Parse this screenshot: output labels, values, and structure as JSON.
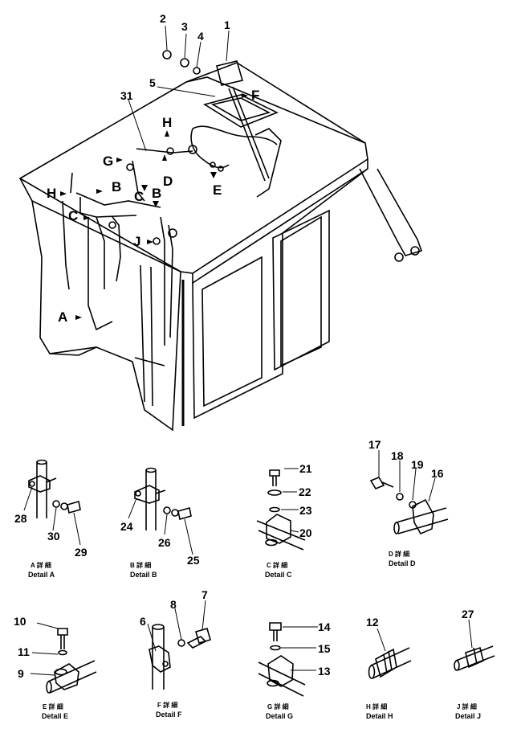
{
  "colors": {
    "ink": "#000000",
    "paper": "#ffffff"
  },
  "main": {
    "part_numbers": {
      "p1": "1",
      "p2": "2",
      "p3": "3",
      "p4": "4",
      "p5": "5",
      "p31": "31"
    },
    "view_letters": {
      "F": "F",
      "H_top": "H",
      "G": "G",
      "D": "D",
      "E": "E",
      "H_left": "H",
      "B1": "B",
      "C1": "C",
      "B2": "B",
      "C2": "C",
      "J": "J",
      "A": "A"
    }
  },
  "details": [
    {
      "id": "A",
      "caption_top": "A 詳 細",
      "caption_bottom": "Detail   A",
      "parts": [
        "28",
        "30",
        "29"
      ]
    },
    {
      "id": "B",
      "caption_top": "B 詳 細",
      "caption_bottom": "Detail   B",
      "parts": [
        "24",
        "26",
        "25"
      ]
    },
    {
      "id": "C",
      "caption_top": "C 詳 細",
      "caption_bottom": "Detail   C",
      "parts": [
        "21",
        "22",
        "23",
        "20"
      ]
    },
    {
      "id": "D",
      "caption_top": "D 詳 細",
      "caption_bottom": "Detail   D",
      "parts": [
        "17",
        "18",
        "19",
        "16"
      ]
    },
    {
      "id": "E",
      "caption_top": "E 詳 細",
      "caption_bottom": "Detail   E",
      "parts": [
        "10",
        "11",
        "9"
      ]
    },
    {
      "id": "F",
      "caption_top": "F 詳 細",
      "caption_bottom": "Detail   F",
      "parts": [
        "6",
        "8",
        "7"
      ]
    },
    {
      "id": "G",
      "caption_top": "G 詳 細",
      "caption_bottom": "Detail   G",
      "parts": [
        "14",
        "15",
        "13"
      ]
    },
    {
      "id": "H",
      "caption_top": "H 詳 細",
      "caption_bottom": "Detail   H",
      "parts": [
        "12"
      ]
    },
    {
      "id": "J",
      "caption_top": "J 詳 細",
      "caption_bottom": "Detail   J",
      "parts": [
        "27"
      ]
    }
  ]
}
